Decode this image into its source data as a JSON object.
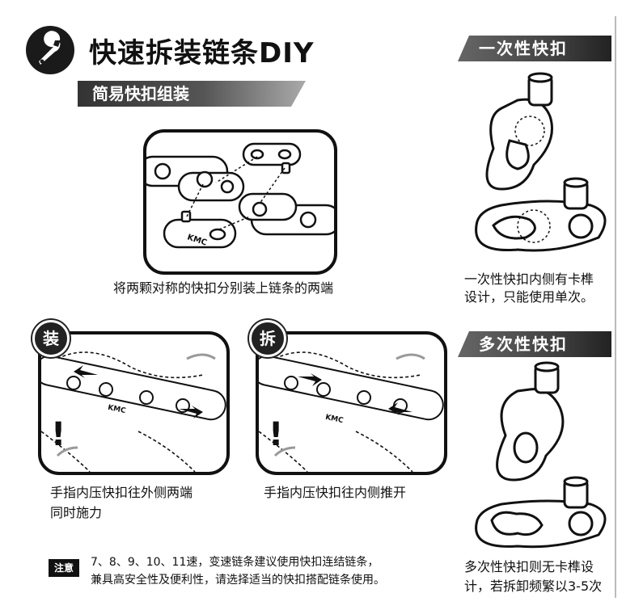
{
  "header": {
    "title": "快速拆装链条DIY",
    "subtitle": "简易快扣组装"
  },
  "assembly": {
    "caption": "将两颗对称的快扣分别装上链条的两端",
    "link_brand": "KMC"
  },
  "install": {
    "badge": "装",
    "caption_line1": "手指内压快扣往外侧两端",
    "caption_line2": "同时施力",
    "link_brand": "KMC"
  },
  "remove": {
    "badge": "拆",
    "caption": "手指内压快扣往内侧推开",
    "link_brand": "KMC"
  },
  "note": {
    "label": "注意",
    "line1": "7、8、9、10、11速，变速链条建议使用快扣连结链条，",
    "line2": "兼具高安全性及便利性，请选择适当的快扣搭配链条使用。"
  },
  "single_use": {
    "title": "一次性快扣",
    "desc_line1": "一次性快扣内侧有卡榫",
    "desc_line2": "设计，只能使用单次。"
  },
  "multi_use": {
    "title": "多次性快扣",
    "desc_line1": "多次性快扣则无卡榫设",
    "desc_line2": "计，若拆卸频繁以3-5次"
  },
  "icons": {
    "header_icon": "wrench-icon",
    "warning_icon": "exclamation-icon"
  },
  "colors": {
    "accent_dark": "#222222",
    "bar_gray": "#555555"
  }
}
